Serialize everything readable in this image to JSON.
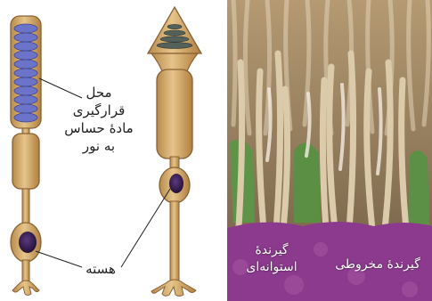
{
  "labels": {
    "photoreceptive_site": [
      "محل",
      "قرارگیری",
      "مادۀ حساس",
      "به نور"
    ],
    "nucleus": "هسته",
    "rod_receptor": [
      "گیرندۀ",
      "استوانه‌ای"
    ],
    "cone_receptor": "گیرندۀ مخروطی"
  },
  "colors": {
    "cell_body": "#d4a868",
    "cell_outline": "#8a6234",
    "disc_fill": "#6c74c9",
    "nucleus_fill": "#3d1f5c",
    "micrograph_rod": "#d8c7a8",
    "micrograph_cone": "#5e9448",
    "micrograph_nuclear_layer": "#8c3a8e"
  }
}
